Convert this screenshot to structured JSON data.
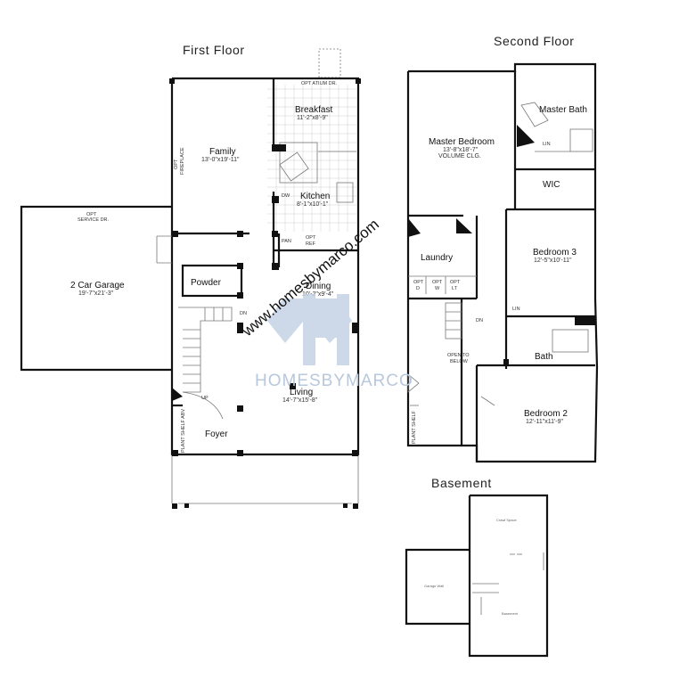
{
  "titles": {
    "first_floor": "First Floor",
    "second_floor": "Second Floor",
    "basement": "Basement"
  },
  "first_floor": {
    "family": {
      "name": "Family",
      "dim": "13'-0\"x19'-11\""
    },
    "breakfast": {
      "name": "Breakfast",
      "dim": "11'-2\"x8'-9\""
    },
    "kitchen": {
      "name": "Kitchen",
      "dim": "8'-1\"x10'-1\""
    },
    "dining": {
      "name": "Dining",
      "dim": "10'-2\"x9'-4\""
    },
    "living": {
      "name": "Living",
      "dim": "14'-7\"x15'-8\""
    },
    "garage": {
      "name": "2 Car Garage",
      "dim": "19'-7\"x21'-3\""
    },
    "powder": {
      "name": "Powder"
    },
    "foyer": {
      "name": "Foyer"
    },
    "labels": {
      "opt_atrium": "OPT ATIUM DR.",
      "opt_service_1": "OPT",
      "opt_service_2": "SERVICE DR.",
      "opt_fireplace_1": "OPT",
      "opt_fireplace_2": "FIREPLACE",
      "dw": "DW",
      "pan": "PAN",
      "opt_ref_1": "OPT",
      "opt_ref_2": "REF",
      "dn": "DN",
      "up": "UP",
      "plant_shelf": "PLANT SHELF ABV"
    }
  },
  "second_floor": {
    "master_bedroom": {
      "name": "Master Bedroom",
      "dim": "13'-8\"x18'-7\"",
      "note": "VOLUME CLG."
    },
    "master_bath": {
      "name": "Master Bath"
    },
    "wic": {
      "name": "WIC"
    },
    "bedroom3": {
      "name": "Bedroom 3",
      "dim": "12'-5\"x10'-11\""
    },
    "bedroom2": {
      "name": "Bedroom 2",
      "dim": "12'-11\"x11'-9\""
    },
    "laundry": {
      "name": "Laundry"
    },
    "bath": {
      "name": "Bath"
    },
    "labels": {
      "lin_1": "LIN",
      "lin_2": "LIN",
      "opt_d_1": "OPT",
      "opt_d_2": "D",
      "opt_w_1": "OPT",
      "opt_w_2": "W",
      "opt_lt_1": "OPT",
      "opt_lt_2": "LT",
      "dn": "DN",
      "open_below_1": "OPEN TO",
      "open_below_2": "BELOW",
      "plant_shelf": "PLANT SHELF"
    }
  },
  "basement": {
    "crawl": "Crawl Space",
    "garage_wall": "Garage Wall",
    "basement": "Basement"
  },
  "watermark": {
    "brand": "HOMESBYMARCO",
    "url": "www.homesbymarco.com",
    "logo_color": "#c5d3e5"
  }
}
